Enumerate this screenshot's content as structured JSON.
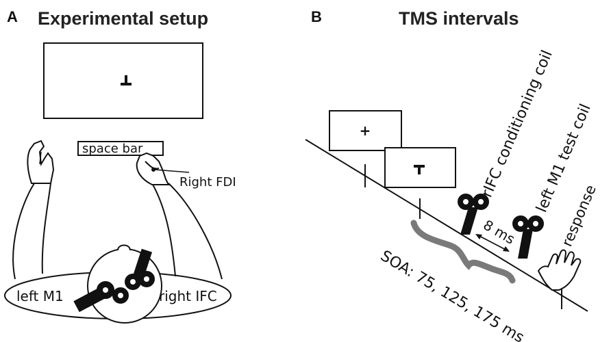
{
  "panel_a": {
    "letter": "A",
    "title": "Experimental  setup",
    "monitor_stimulus": "⊥",
    "space_bar_label": "space bar",
    "right_fdi_label": "Right FDI",
    "left_m1_label": "left M1",
    "right_ifc_label": "right IFC"
  },
  "panel_b": {
    "letter": "B",
    "title": "TMS intervals",
    "fixation_symbol": "+",
    "stimulus_symbol": "T",
    "rifc_coil_label": "rIFC conditioning coil",
    "m1_coil_label": "left M1 test coil",
    "response_label": "response",
    "interval_label": "8 ms",
    "soa_label": "SOA: 75, 125, 175 ms"
  },
  "colors": {
    "ink": "#111111",
    "brace": "#7a7a7a",
    "background": "#ffffff"
  }
}
